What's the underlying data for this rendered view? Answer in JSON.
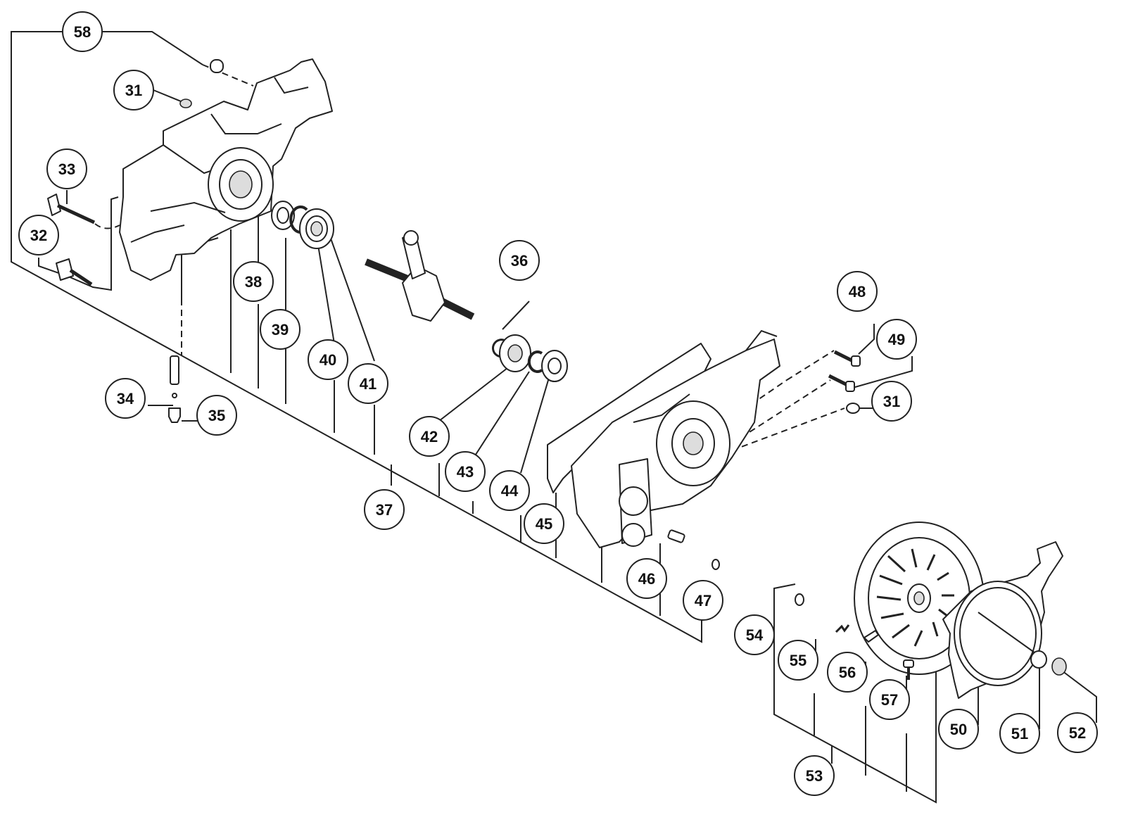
{
  "callouts": [
    {
      "id": "c58",
      "label": "58"
    },
    {
      "id": "c31a",
      "label": "31"
    },
    {
      "id": "c33",
      "label": "33"
    },
    {
      "id": "c32",
      "label": "32"
    },
    {
      "id": "c38",
      "label": "38"
    },
    {
      "id": "c39",
      "label": "39"
    },
    {
      "id": "c40",
      "label": "40"
    },
    {
      "id": "c41",
      "label": "41"
    },
    {
      "id": "c36",
      "label": "36"
    },
    {
      "id": "c34",
      "label": "34"
    },
    {
      "id": "c35",
      "label": "35"
    },
    {
      "id": "c42",
      "label": "42"
    },
    {
      "id": "c43",
      "label": "43"
    },
    {
      "id": "c44",
      "label": "44"
    },
    {
      "id": "c37",
      "label": "37"
    },
    {
      "id": "c45",
      "label": "45"
    },
    {
      "id": "c48",
      "label": "48"
    },
    {
      "id": "c49",
      "label": "49"
    },
    {
      "id": "c31b",
      "label": "31"
    },
    {
      "id": "c46",
      "label": "46"
    },
    {
      "id": "c47",
      "label": "47"
    },
    {
      "id": "c54",
      "label": "54"
    },
    {
      "id": "c55",
      "label": "55"
    },
    {
      "id": "c56",
      "label": "56"
    },
    {
      "id": "c57",
      "label": "57"
    },
    {
      "id": "c53",
      "label": "53"
    },
    {
      "id": "c50",
      "label": "50"
    },
    {
      "id": "c51",
      "label": "51"
    },
    {
      "id": "c52",
      "label": "52"
    }
  ]
}
